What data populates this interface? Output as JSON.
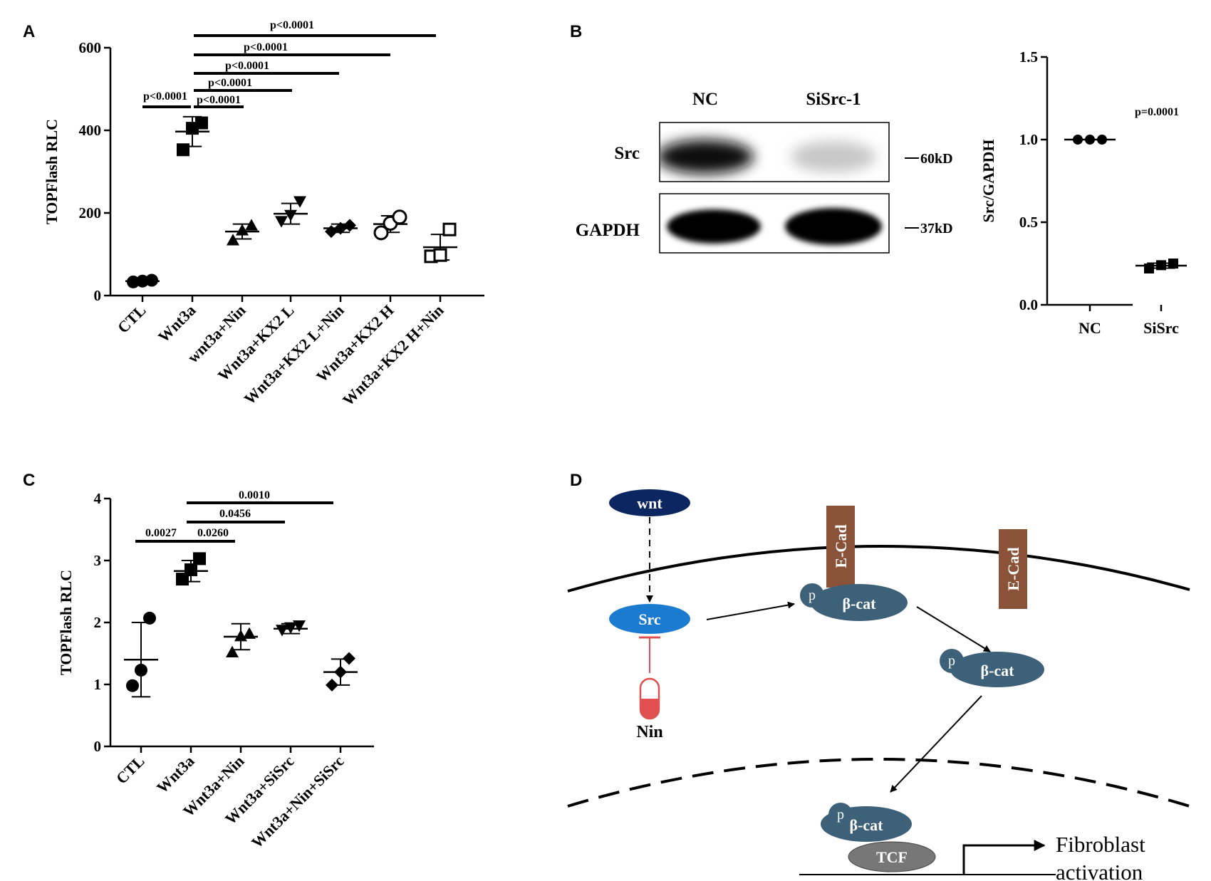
{
  "panels": {
    "A": "A",
    "B": "B",
    "C": "C",
    "D": "D"
  },
  "colors": {
    "ink": "#000000",
    "node_dark": "#0b2660",
    "node_src": "#1a7bd0",
    "bcat": "#3d6178",
    "ecad": "#8a5339",
    "tcf": "#777777",
    "inhibitor": "#e05050"
  },
  "chart_data": [
    {
      "id": "A",
      "type": "scatter",
      "ylabel": "TOPFlash RLC",
      "ylim": [
        0,
        600
      ],
      "yticks": [
        0,
        200,
        400,
        600
      ],
      "categories": [
        "CTL",
        "Wnt3a",
        "wnt3a+Nin",
        "Wnt3a+KX2 L",
        "Wnt3a+KX2 L+Nin",
        "Wnt3a+KX2 H",
        "Wnt3a+KX2 H+Nin"
      ],
      "markers": [
        "circle",
        "square",
        "triangle-up",
        "triangle-down",
        "diamond",
        "circle-open",
        "square-open"
      ],
      "points": [
        [
          33,
          35,
          37
        ],
        [
          353,
          405,
          418
        ],
        [
          134,
          158,
          170
        ],
        [
          180,
          195,
          228
        ],
        [
          155,
          163,
          170
        ],
        [
          152,
          175,
          190
        ],
        [
          95,
          98,
          160
        ]
      ],
      "mean": [
        35,
        397,
        155,
        198,
        163,
        173,
        117
      ],
      "sd": [
        2,
        36,
        18,
        25,
        10,
        20,
        31
      ],
      "comparisons": [
        {
          "from": 0,
          "to": 1,
          "label": "p<0.0001"
        },
        {
          "from": 1,
          "to": 2,
          "label": "p<0.0001"
        },
        {
          "from": 1,
          "to": 3,
          "label": "p<0.0001"
        },
        {
          "from": 1,
          "to": 4,
          "label": "p<0.0001"
        },
        {
          "from": 1,
          "to": 5,
          "label": "p<0.0001"
        },
        {
          "from": 1,
          "to": 6,
          "label": "p<0.0001"
        }
      ]
    },
    {
      "id": "B",
      "type": "scatter",
      "ylabel": "Src/GAPDH",
      "ylim": [
        0,
        1.5
      ],
      "yticks": [
        "0.0",
        "0.5",
        "1.0",
        "1.5"
      ],
      "categories": [
        "NC",
        "SiSrc"
      ],
      "markers": [
        "circle",
        "square"
      ],
      "points": [
        [
          1.0,
          1.0,
          1.0
        ],
        [
          0.22,
          0.24,
          0.25
        ]
      ],
      "mean": [
        1.0,
        0.237
      ],
      "sd": [
        0,
        0.015
      ],
      "comparisons": [
        {
          "from": 0,
          "to": 1,
          "label": "p=0.0001",
          "bar": false
        }
      ]
    },
    {
      "id": "C",
      "type": "scatter",
      "ylabel": "TOPFlash RLC",
      "ylim": [
        0,
        4
      ],
      "yticks": [
        0,
        1,
        2,
        3,
        4
      ],
      "categories": [
        "CTL",
        "Wnt3a",
        "Wnt3a+Nin",
        "Wnt3a+SiSrc",
        "Wnt3a+Nin+SiSrc"
      ],
      "markers": [
        "circle",
        "square",
        "triangle-up",
        "triangle-down",
        "diamond"
      ],
      "points": [
        [
          0.98,
          1.23,
          2.07
        ],
        [
          2.7,
          2.85,
          3.03
        ],
        [
          1.52,
          1.78,
          1.82
        ],
        [
          1.88,
          1.92,
          1.95
        ],
        [
          0.99,
          1.2,
          1.42
        ]
      ],
      "mean": [
        1.4,
        2.83,
        1.77,
        1.9,
        1.2
      ],
      "sd": [
        0.6,
        0.17,
        0.21,
        0.08,
        0.21
      ],
      "comparisons": [
        {
          "from": 0,
          "to": 1,
          "label": "0.0027"
        },
        {
          "from": 1,
          "to": 2,
          "label": "0.0260"
        },
        {
          "from": 1,
          "to": 3,
          "label": "0.0456"
        },
        {
          "from": 1,
          "to": 4,
          "label": "0.0010"
        }
      ]
    }
  ],
  "blot": {
    "lanes": [
      "NC",
      "SiSrc-1"
    ],
    "rows": [
      "Src",
      "GAPDH"
    ],
    "markers": [
      "60kD",
      "37kD"
    ]
  },
  "diagram": {
    "wnt": "wnt",
    "src": "Src",
    "nin": "Nin",
    "ecad": "E-Cad",
    "bcat": "β-cat",
    "p": "p",
    "tcf": "TCF",
    "outcome_line1": "Fibroblast",
    "outcome_line2": "activation"
  }
}
